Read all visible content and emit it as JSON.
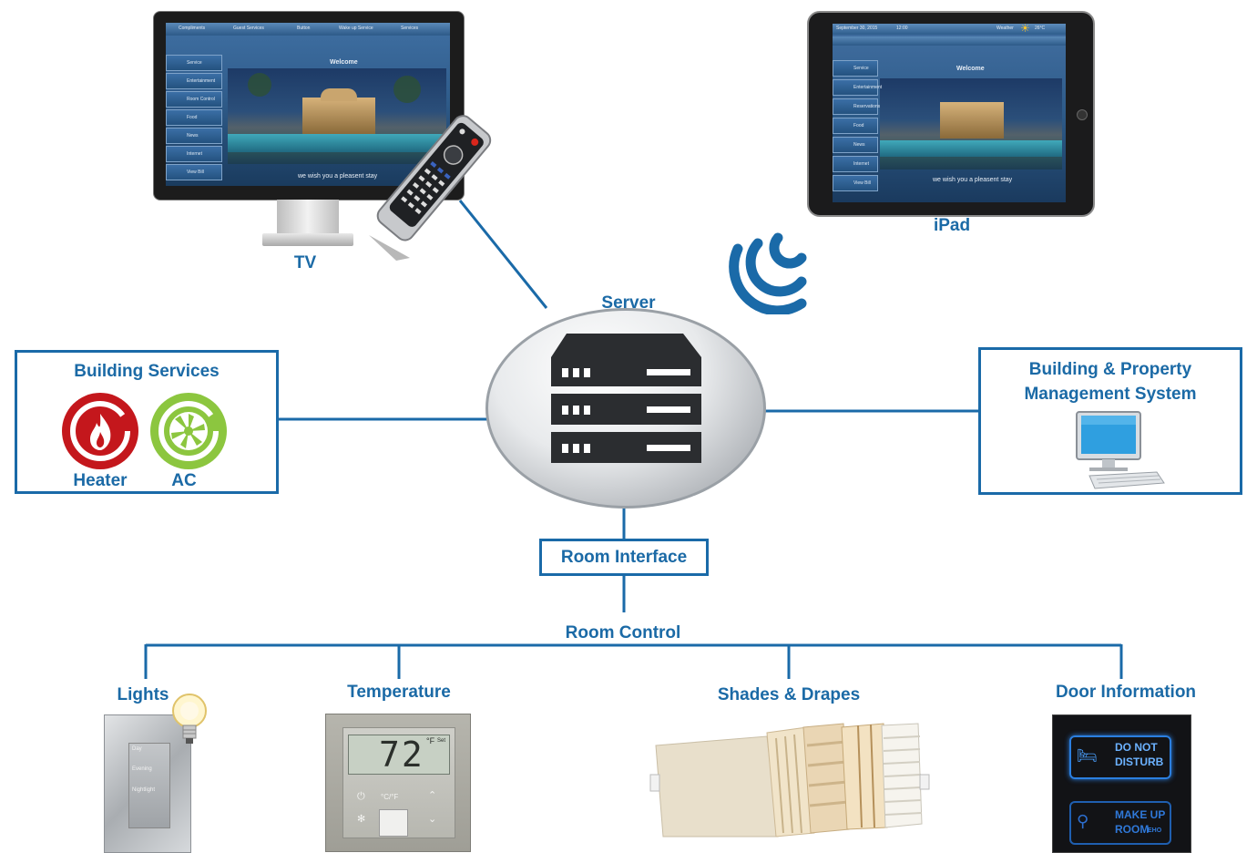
{
  "diagram": {
    "tv": {
      "label": "TV",
      "screen_top_tabs": [
        "Compliments",
        "Guest Services",
        "Button",
        "Wake up Service",
        "Services"
      ],
      "screen_title": "Welcome",
      "screen_footer": "we wish you a pleasent stay",
      "screen_menu": [
        "Service",
        "Entertainment",
        "Room Control",
        "Food",
        "News",
        "Internet",
        "View Bill"
      ]
    },
    "ipad": {
      "label": "iPad",
      "status_date": "September 30, 2015",
      "status_time": "12:00",
      "status_weather": "Weather",
      "status_temp": "26°C",
      "screen_title": "Welcome",
      "screen_footer": "we wish you a pleasent stay",
      "screen_menu": [
        "Service",
        "Entertainment",
        "Reservations",
        "Food",
        "News",
        "Internet",
        "View Bill"
      ]
    },
    "server": {
      "label": "Server"
    },
    "building_services": {
      "title": "Building Services",
      "items": [
        "Heater",
        "AC"
      ]
    },
    "bpms": {
      "title_line1": "Building & Property",
      "title_line2": "Management System"
    },
    "room_interface": {
      "label": "Room Interface"
    },
    "room_control": {
      "label": "Room Control",
      "children": {
        "lights": {
          "label": "Lights",
          "panel_buttons": [
            "Day",
            "Evening",
            "Nightlight"
          ]
        },
        "temperature": {
          "label": "Temperature",
          "reading": "72",
          "unit": "°F",
          "set": "Set",
          "mode": "°C/°F"
        },
        "shades": {
          "label": "Shades & Drapes"
        },
        "door": {
          "label": "Door Information",
          "sign1_line1": "DO NOT",
          "sign1_line2": "DISTURB",
          "sign2_line1": "MAKE UP",
          "sign2_line2": "ROOM",
          "sign2_tag": "EHO"
        }
      }
    },
    "colors": {
      "accent": "#1a6aa8",
      "label": "#1b6aa6",
      "heater": "#c4171c",
      "ac": "#8cc63f"
    },
    "icons": [
      "remote-control-icon",
      "wifi-icon",
      "server-rack-icon",
      "heater-flame-icon",
      "ac-fan-icon",
      "desktop-computer-icon",
      "light-bulb-icon"
    ]
  }
}
